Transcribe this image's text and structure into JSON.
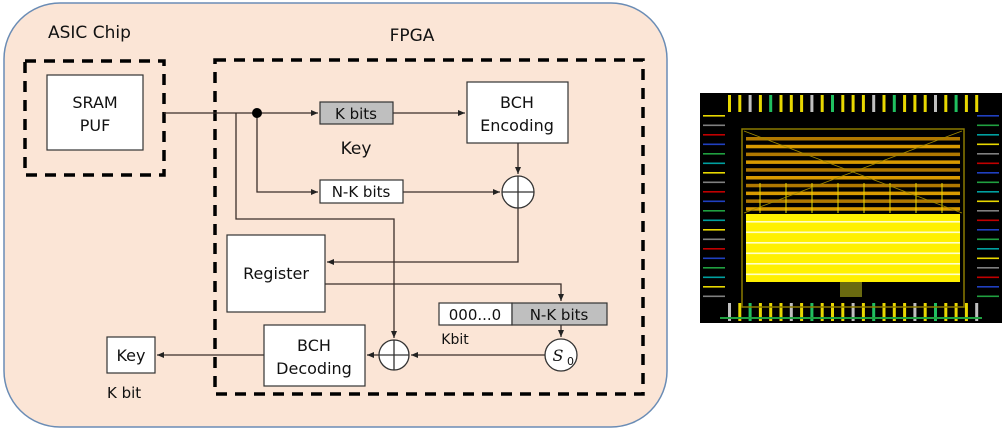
{
  "diagram": {
    "outer_container": {
      "label": "ASIC Chip",
      "fill": "#FBE5D6",
      "border": "#6A8CB5"
    },
    "fpga_region": {
      "label": "FPGA"
    },
    "blocks": {
      "sram_puf": {
        "line1": "SRAM",
        "line2": "PUF"
      },
      "k_bits": {
        "label": "K bits",
        "fill": "#BFBFBF"
      },
      "key_caption": "Key",
      "nk_bits": {
        "label": "N-K bits"
      },
      "bch_encoding": {
        "line1": "BCH",
        "line2": "Encoding"
      },
      "register": {
        "label": "Register"
      },
      "zero_pad": {
        "label": "000...0"
      },
      "nk_bits_2": {
        "label": "N-K bits",
        "fill": "#BFBFBF"
      },
      "kbit_caption": "Kbit",
      "s0_node": {
        "symbol": "S",
        "subscript": "0"
      },
      "bch_decoding": {
        "line1": "BCH",
        "line2": "Decoding"
      },
      "key_out": {
        "label": "Key"
      },
      "k_bit_caption": "K bit"
    },
    "operators": [
      {
        "name": "xor-encode",
        "symbol": "⊕"
      },
      {
        "name": "xor-decode",
        "symbol": "⊕"
      }
    ]
  },
  "chip_image": {
    "description": "ASIC chip layout photograph",
    "background": "#000000",
    "pad_color": "#E8D800",
    "core_color": "#FFFF00",
    "routing_color": "#C89600"
  }
}
